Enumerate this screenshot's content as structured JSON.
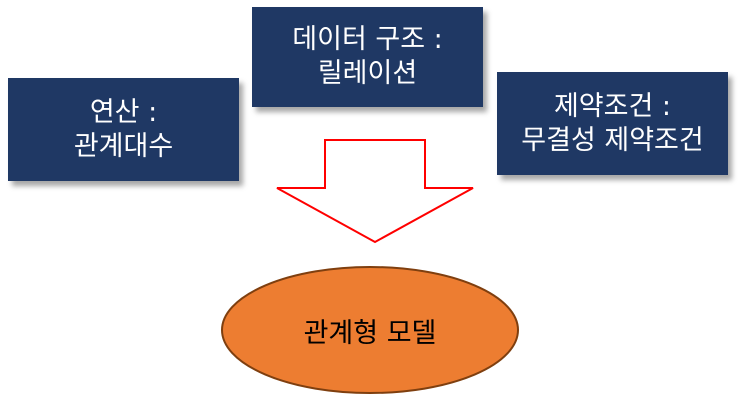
{
  "diagram": {
    "boxes": {
      "operation": {
        "line1": "연산 :",
        "line2": "관계대수"
      },
      "structure": {
        "line1": "데이터 구조 :",
        "line2": "릴레이션"
      },
      "constraint": {
        "line1": "제약조건 :",
        "line2": "무결성 제약조건"
      }
    },
    "result": {
      "label": "관계형 모델"
    },
    "colors": {
      "box_fill": "#1f3864",
      "box_text": "#ffffff",
      "arrow_stroke": "#ff0000",
      "ellipse_fill": "#ed7d31",
      "ellipse_stroke": "#7f3f0f"
    }
  }
}
